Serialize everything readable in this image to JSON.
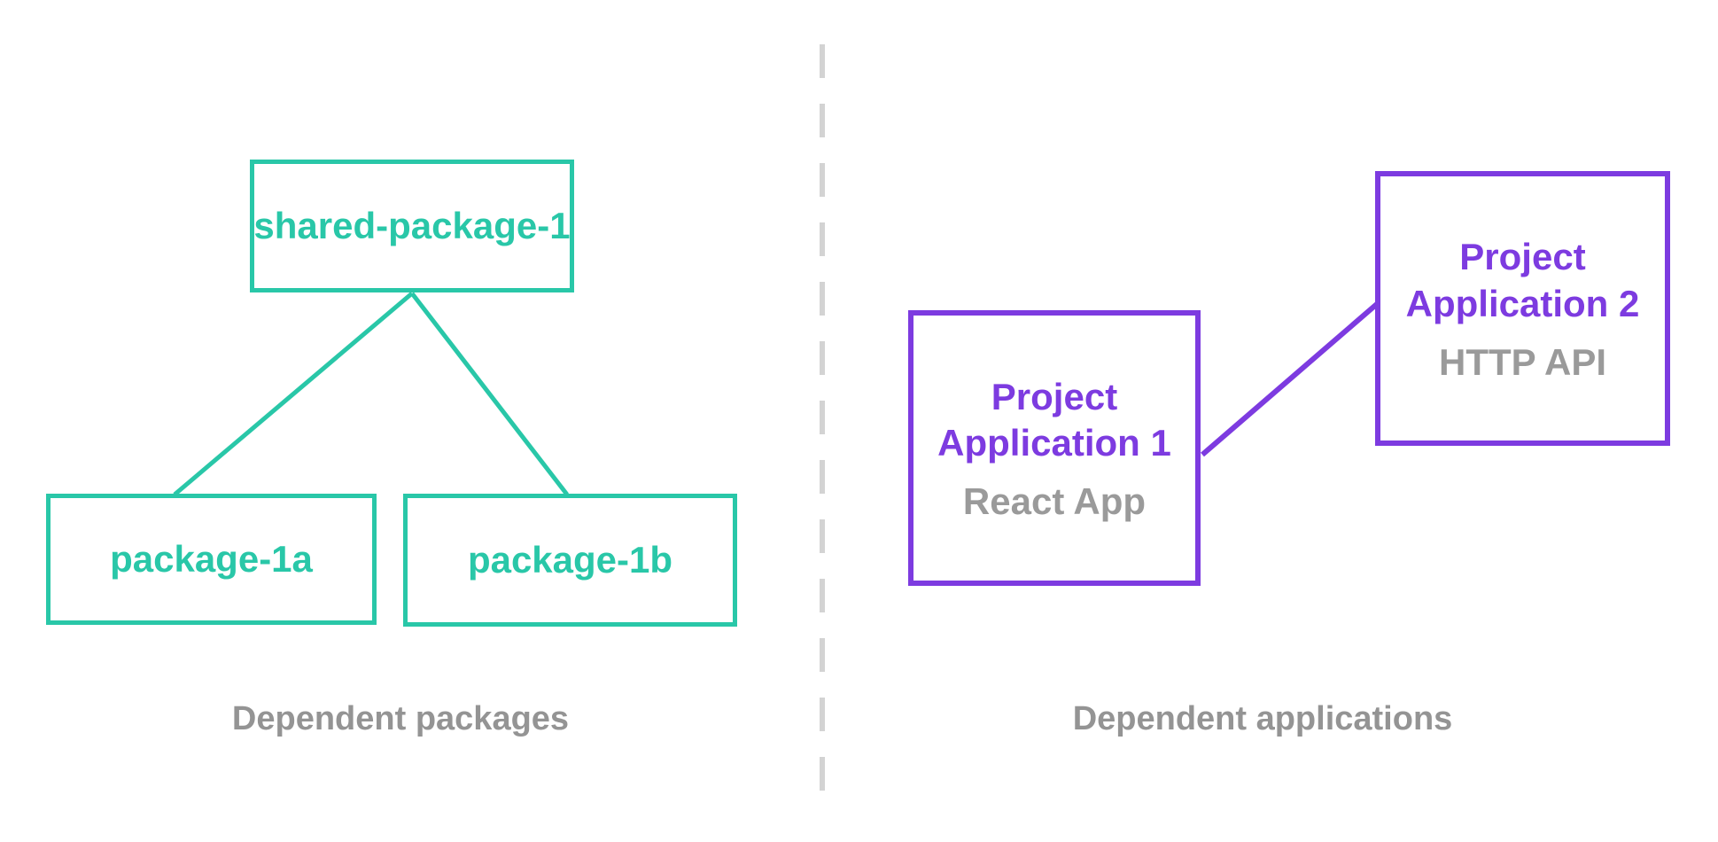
{
  "palette": {
    "teal": "#29c7a8",
    "purple": "#7d3be0",
    "gray_text": "#9a9a9a",
    "gray_caption": "#949494",
    "divider": "#d3d3d3",
    "bg": "#ffffff"
  },
  "left": {
    "caption": "Dependent packages",
    "nodes": {
      "shared": {
        "label": "shared-package-1"
      },
      "pkg1a": {
        "label": "package-1a"
      },
      "pkg1b": {
        "label": "package-1b"
      }
    }
  },
  "right": {
    "caption": "Dependent applications",
    "nodes": {
      "app1": {
        "title": "Project Application 1",
        "subtitle": "React App"
      },
      "app2": {
        "title": "Project Application 2",
        "subtitle": "HTTP API"
      }
    }
  }
}
